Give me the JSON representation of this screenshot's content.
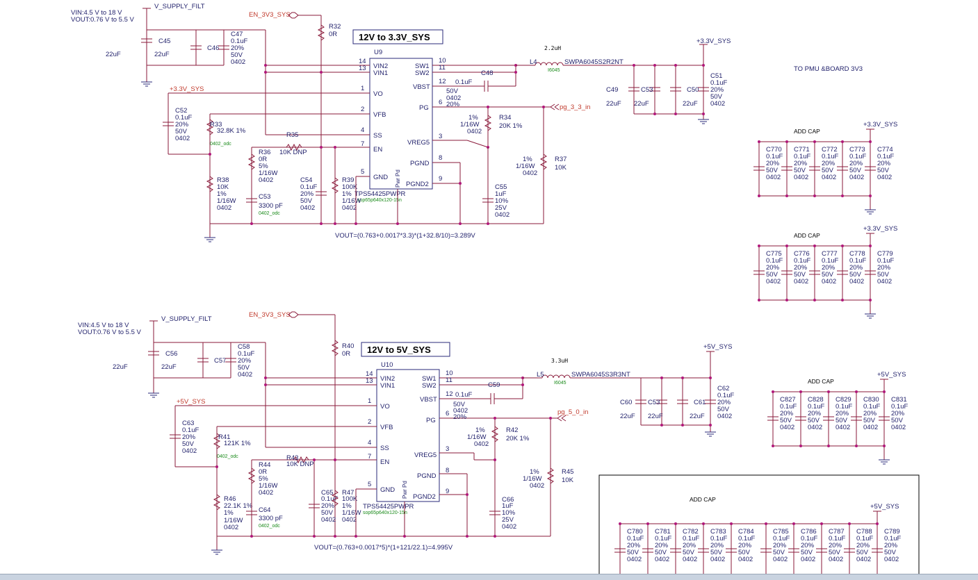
{
  "top": {
    "vin_note": "VIN:4.5 V to 18 V",
    "vout_note": "VOUT:0.76 V to 5.5 V",
    "supply_net": "V_SUPPLY_FILT",
    "en_net": "EN_3V3_SYS",
    "title": "12V to 3.3V_SYS",
    "ic_ref": "U9",
    "ic_part": "TPS54425PWPR",
    "ic_footprint": "sop65p640x120-15n",
    "out_net": "+3.3V_SYS",
    "out_net_fb": "+3.3V_SYS",
    "pg_net": "pg_3_3_in",
    "inductor": {
      "ref": "L4",
      "value": "2.2uH",
      "part": "SWPA6045S2R2NT",
      "pkg": "I6045"
    },
    "to_note": "TO PMU &BOARD 3V3",
    "formula": "VOUT=(0.763+0.0017*3.3)*(1+32.8/10)=3.289V",
    "pins_left": [
      {
        "num": "14",
        "name": "VIN2"
      },
      {
        "num": "13",
        "name": "VIN1"
      },
      {
        "num": "1",
        "name": "VO"
      },
      {
        "num": "2",
        "name": "VFB"
      },
      {
        "num": "4",
        "name": "SS"
      },
      {
        "num": "7",
        "name": "EN"
      },
      {
        "num": "5",
        "name": "GND"
      }
    ],
    "pins_right": [
      {
        "num": "10",
        "name": "SW1"
      },
      {
        "num": "11",
        "name": "SW2"
      },
      {
        "num": "12",
        "name": "VBST"
      },
      {
        "num": "6",
        "name": "PG"
      },
      {
        "num": "3",
        "name": "VREG5"
      },
      {
        "num": "8",
        "name": "PGND"
      },
      {
        "num": "9",
        "name": "PGND2"
      }
    ],
    "pwr_pad": "Pwr Pd",
    "c45": {
      "ref": "C45",
      "val": "22uF"
    },
    "c46": {
      "ref": "C46",
      "val": "22uF"
    },
    "c47": {
      "ref": "C47",
      "v1": "0.1uF",
      "v2": "20%",
      "v3": "50V",
      "v4": "0402"
    },
    "c48": {
      "ref": "C48",
      "v1": "0.1uF",
      "v2": "50V",
      "v3": "0402",
      "v4": "20%"
    },
    "r32": {
      "ref": "R32",
      "val": "0R"
    },
    "c52": {
      "ref": "C52",
      "v1": "0.1uF",
      "v2": "20%",
      "v3": "50V",
      "v4": "0402"
    },
    "r33": {
      "ref": "R33",
      "val": "32.8K 1%",
      "pkg": "0402_odc"
    },
    "r35": {
      "ref": "R35",
      "val": "10K DNP"
    },
    "r36": {
      "ref": "R36",
      "v1": "0R",
      "v2": "5%",
      "v3": "1/16W",
      "v4": "0402"
    },
    "r38": {
      "ref": "R38",
      "v1": "10K",
      "v2": "1%",
      "v3": "1/16W",
      "v4": "0402"
    },
    "c53": {
      "ref": "C53",
      "val": "3300 pF",
      "pkg": "0402_odc"
    },
    "c54": {
      "ref": "C54",
      "v1": "0.1uF",
      "v2": "20%",
      "v3": "50V",
      "v4": "0402"
    },
    "r39": {
      "ref": "R39",
      "v1": "100K",
      "v2": "1%",
      "v3": "1/16W",
      "v4": "0402"
    },
    "r34": {
      "ref": "R34",
      "val": "20K 1%",
      "v1": "1%",
      "v2": "1/16W",
      "v3": "0402"
    },
    "r37": {
      "ref": "R37",
      "val": "10K",
      "v1": "1%",
      "v2": "1/16W",
      "v3": "0402"
    },
    "c55": {
      "ref": "C55",
      "v1": "1uF",
      "v2": "10%",
      "v3": "25V",
      "v4": "0402"
    },
    "c49": {
      "ref": "C49",
      "val": "22uF"
    },
    "c53b": {
      "ref": "C53",
      "val": "22uF"
    },
    "c50": {
      "ref": "C50",
      "val": "22uF"
    },
    "c51": {
      "ref": "C51",
      "v1": "0.1uF",
      "v2": "20%",
      "v3": "50V",
      "v4": "0402"
    }
  },
  "bottom": {
    "vin_note": "VIN:4.5 V to 18 V",
    "vout_note": "VOUT:0.76 V to 5.5 V",
    "supply_net": "V_SUPPLY_FILT",
    "en_net": "EN_3V3_SYS",
    "title": "12V to 5V_SYS",
    "ic_ref": "U10",
    "ic_part": "TPS54425PWPR",
    "ic_footprint": "sop65p640x120-15n",
    "out_net": "+5V_SYS",
    "out_net_fb": "+5V_SYS",
    "pg_net": "pg_5_0_in",
    "inductor": {
      "ref": "L5",
      "value": "3.3uH",
      "part": "SWPA6045S3R3NT",
      "pkg": "I6045"
    },
    "formula": "VOUT=(0.763+0.0017*5)*(1+121/22.1)=4.995V",
    "c56": {
      "ref": "C56",
      "val": "22uF"
    },
    "c57": {
      "ref": "C57",
      "val": "22uF"
    },
    "c58": {
      "ref": "C58",
      "v1": "0.1uF",
      "v2": "20%",
      "v3": "50V",
      "v4": "0402"
    },
    "c59": {
      "ref": "C59",
      "v1": "0.1uF",
      "v2": "50V",
      "v3": "0402",
      "v4": "20%"
    },
    "r40": {
      "ref": "R40",
      "val": "0R"
    },
    "c63": {
      "ref": "C63",
      "v1": "0.1uF",
      "v2": "20%",
      "v3": "50V",
      "v4": "0402"
    },
    "r41": {
      "ref": "R41",
      "val": "121K 1%",
      "pkg": "0402_odc"
    },
    "r43": {
      "ref": "R43",
      "val": "10K DNP"
    },
    "r44": {
      "ref": "R44",
      "v1": "0R",
      "v2": "5%",
      "v3": "1/16W",
      "v4": "0402"
    },
    "r46": {
      "ref": "R46",
      "v1": "22.1K 1%",
      "v2": "1%",
      "v3": "1/16W",
      "v4": "0402"
    },
    "c64": {
      "ref": "C64",
      "val": "3300 pF",
      "pkg": "0402_odc"
    },
    "c65": {
      "ref": "C65",
      "v1": "0.1uF",
      "v2": "20%",
      "v3": "50V",
      "v4": "0402"
    },
    "r47": {
      "ref": "R47",
      "v1": "100K",
      "v2": "1%",
      "v3": "1/16W",
      "v4": "0402"
    },
    "r42": {
      "ref": "R42",
      "val": "20K 1%",
      "v1": "1%",
      "v2": "1/16W",
      "v3": "0402"
    },
    "r45": {
      "ref": "R45",
      "val": "10K",
      "v1": "1%",
      "v2": "1/16W",
      "v3": "0402"
    },
    "c66": {
      "ref": "C66",
      "v1": "1uF",
      "v2": "10%",
      "v3": "25V",
      "v4": "0402"
    },
    "c60": {
      "ref": "C60",
      "val": "22uF"
    },
    "c53b": {
      "ref": "C53",
      "val": "22uF"
    },
    "c61": {
      "ref": "C61",
      "val": "22uF"
    },
    "c62": {
      "ref": "C62",
      "v1": "0.1uF",
      "v2": "20%",
      "v3": "50V",
      "v4": "0402"
    }
  },
  "add_cap_groups": [
    {
      "label": "ADD CAP",
      "net": "+3.3V_SYS",
      "refs": [
        "C770",
        "C771",
        "C772",
        "C773",
        "C774"
      ]
    },
    {
      "label": "ADD CAP",
      "net": "+3.3V_SYS",
      "refs": [
        "C775",
        "C776",
        "C777",
        "C778",
        "C779"
      ]
    },
    {
      "label": "ADD CAP",
      "net": "+5V_SYS",
      "refs": [
        "C827",
        "C828",
        "C829",
        "C830",
        "C831"
      ]
    },
    {
      "label": "ADD CAP",
      "net": "+5V_SYS",
      "refs": [
        "C780",
        "C781",
        "C782",
        "C783",
        "C784",
        "C785",
        "C786",
        "C787",
        "C788",
        "C789"
      ]
    }
  ],
  "add_cap_values": {
    "v1": "0.1uF",
    "v2": "20%",
    "v3": "50V",
    "v4": "0402"
  }
}
